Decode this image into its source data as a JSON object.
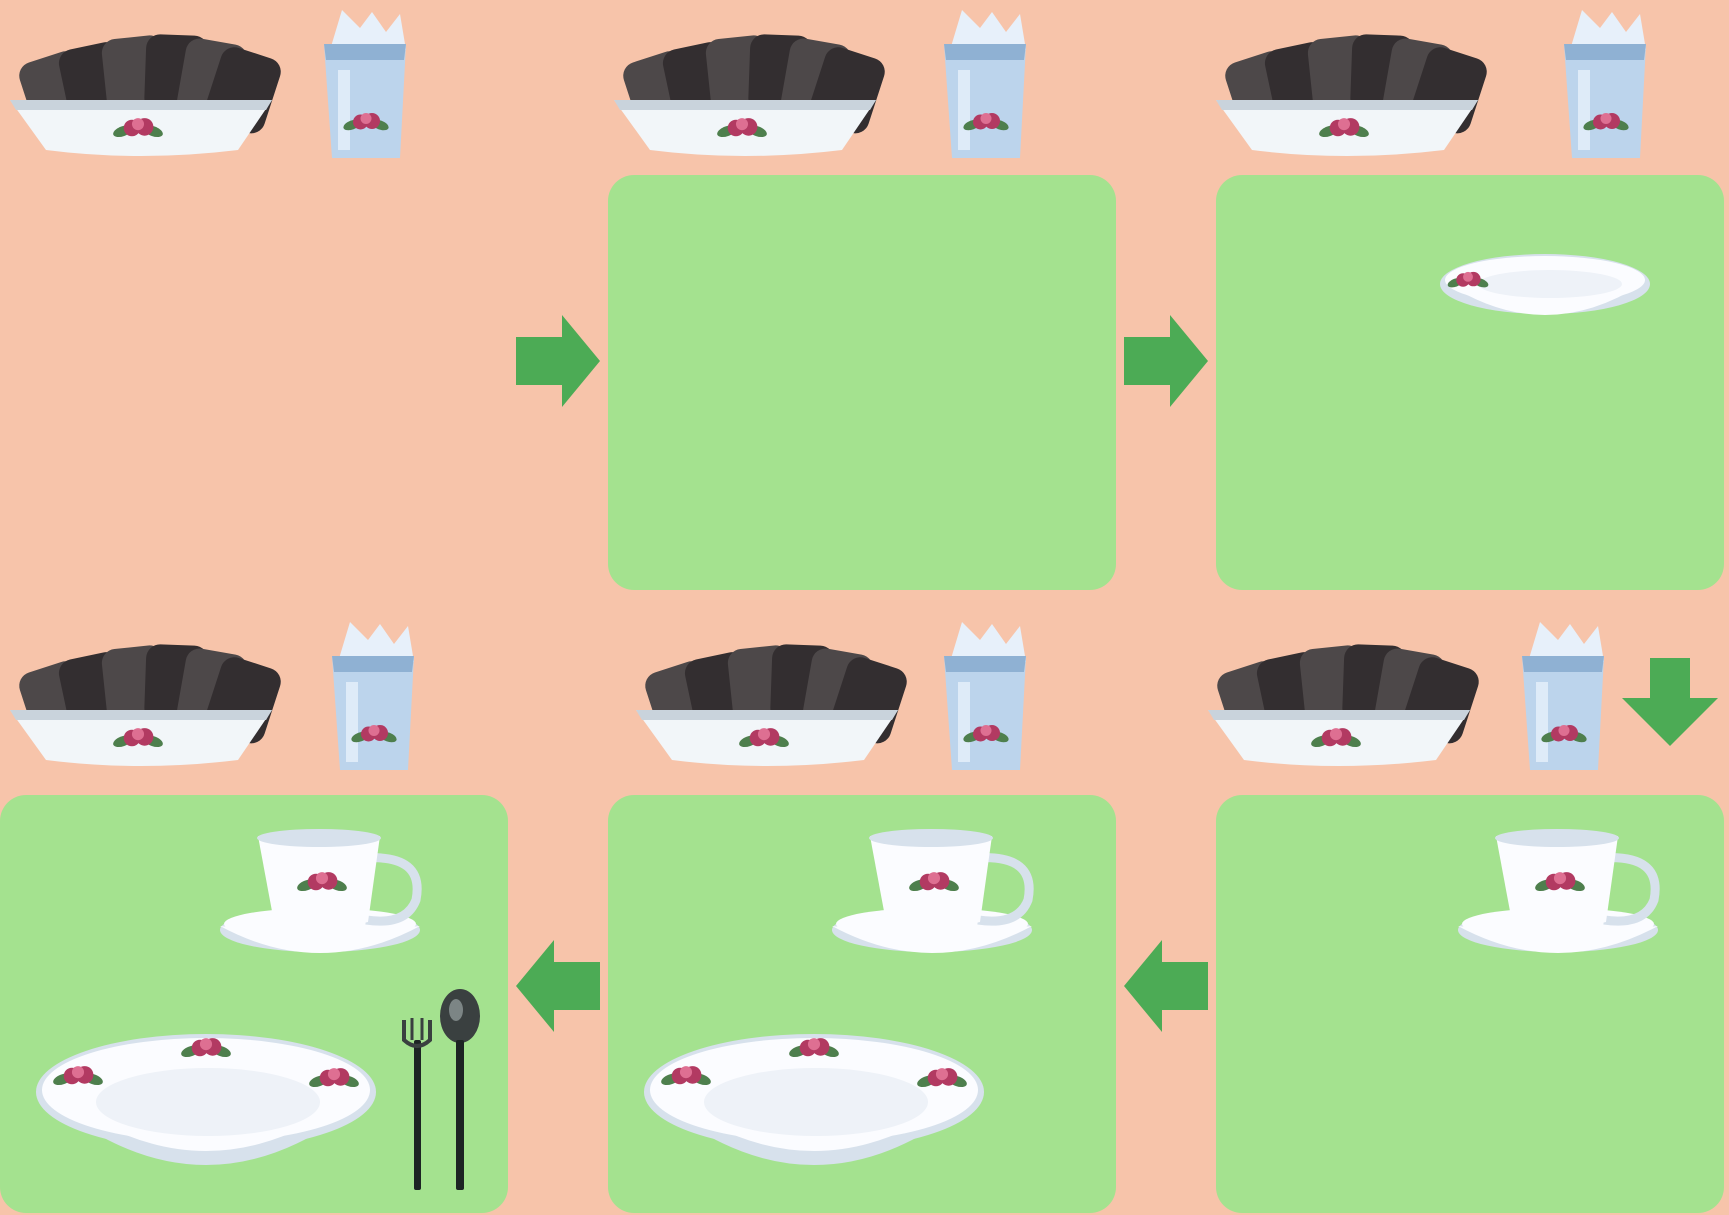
{
  "title": "",
  "colors": {
    "background": "#f7c4aa",
    "panel": "#a4e28f",
    "arrow": "#4cab55",
    "basket": "#f2f6f9",
    "basket_shadow": "#c9d3dc",
    "bread": "#4d4849",
    "bread_dark": "#332e30",
    "glass": "#bcd4ec",
    "glass_dark": "#8fb1d3",
    "napkin": "#e7f0fa",
    "rose": "#b23a62",
    "rose_light": "#de6f92",
    "leaf": "#4e7f4d",
    "porcelain": "#fbfcff",
    "porcelain_shadow": "#d7e1ec",
    "cutlery": "#1d2424",
    "cutlery_head": "#3a4040"
  },
  "steps": [
    {
      "step": 1,
      "items": [
        "bread-basket",
        "glass-with-napkin"
      ]
    },
    {
      "step": 2,
      "items": [
        "bread-basket",
        "glass-with-napkin"
      ]
    },
    {
      "step": 3,
      "items": [
        "bread-basket",
        "glass-with-napkin",
        "small-plate"
      ]
    },
    {
      "step": 4,
      "items": [
        "bread-basket",
        "glass-with-napkin",
        "cup-and-saucer"
      ]
    },
    {
      "step": 5,
      "items": [
        "bread-basket",
        "glass-with-napkin",
        "cup-and-saucer",
        "soup-plate"
      ]
    },
    {
      "step": 6,
      "items": [
        "bread-basket",
        "glass-with-napkin",
        "cup-and-saucer",
        "soup-plate",
        "fork-and-spoon"
      ]
    }
  ],
  "arrows": [
    {
      "from_step": 1,
      "to_step": 2,
      "direction": "right"
    },
    {
      "from_step": 2,
      "to_step": 3,
      "direction": "right"
    },
    {
      "from_step": 3,
      "to_step": 4,
      "direction": "down"
    },
    {
      "from_step": 4,
      "to_step": 5,
      "direction": "left"
    },
    {
      "from_step": 5,
      "to_step": 6,
      "direction": "left"
    }
  ]
}
